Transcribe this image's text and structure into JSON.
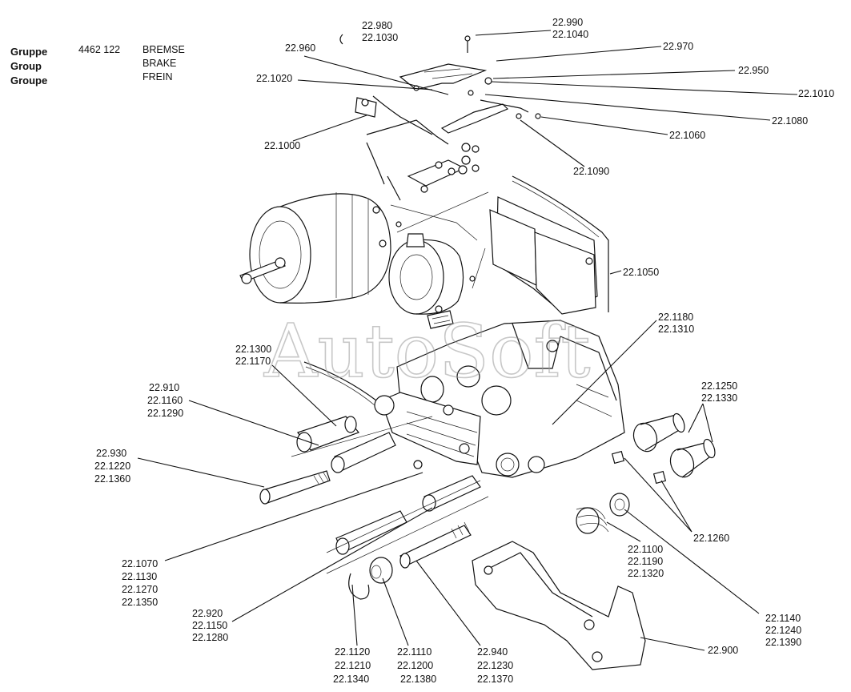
{
  "header": {
    "labels": [
      "Gruppe",
      "Group",
      "Groupe"
    ],
    "number": "4462 122",
    "names": [
      "BREMSE",
      "BRAKE",
      "FREIN"
    ]
  },
  "watermark": "AutoSoft",
  "callouts": {
    "c22980": [
      "22.980",
      "22.1030"
    ],
    "c22990": [
      "22.990",
      "22.1040"
    ],
    "c22960": [
      "22.960"
    ],
    "c22970": [
      "22.970"
    ],
    "c22950": [
      "22.950"
    ],
    "c221010": [
      "22.1010"
    ],
    "c221020": [
      "22.1020"
    ],
    "c221080": [
      "22.1080"
    ],
    "c221060": [
      "22.1060"
    ],
    "c221000": [
      "22.1000"
    ],
    "c221090": [
      "22.1090"
    ],
    "c221050": [
      "22.1050"
    ],
    "c221180": [
      "22.1180",
      "22.1310"
    ],
    "c221300": [
      "22.1300",
      "22.1170"
    ],
    "c22910": [
      "22.910",
      "22.1160",
      "22.1290"
    ],
    "c221250": [
      "22.1250",
      "22.1330"
    ],
    "c22930": [
      "22.930",
      "22.1220",
      "22.1360"
    ],
    "c221260": [
      "22.1260"
    ],
    "c221100": [
      "22.1100",
      "22.1190",
      "22.1320"
    ],
    "c221070": [
      "22.1070",
      "22.1130",
      "22.1270",
      "22.1350"
    ],
    "c22920": [
      "22.920",
      "22.1150",
      "22.1280"
    ],
    "c221140": [
      "22.1140",
      "22.1240",
      "22.1390"
    ],
    "c22900": [
      "22.900"
    ],
    "c221120": [
      "22.1120",
      "22.1210",
      "22.1340"
    ],
    "c221110": [
      "22.1110",
      "22.1200",
      "22.1380"
    ],
    "c22940": [
      "22.940",
      "22.1230",
      "22.1370"
    ]
  }
}
